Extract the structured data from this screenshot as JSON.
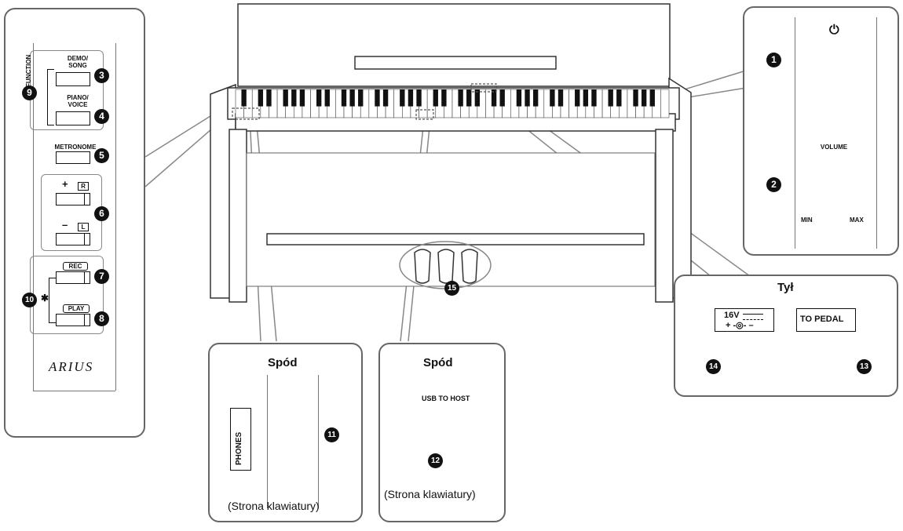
{
  "left_panel": {
    "demo_song": "DEMO/\nSONG",
    "piano_voice": "PIANO/\nVOICE",
    "function": "FUNCTION",
    "metronome": "METRONOME",
    "plus": "+",
    "r": "R",
    "minus": "–",
    "l": "L",
    "rec": "REC",
    "play": "PLAY",
    "bluetooth": "✱",
    "logo": "ARIUS"
  },
  "power_panel": {
    "power_symbol": "⏻",
    "volume": "VOLUME",
    "min": "MIN",
    "max": "MAX"
  },
  "rear_panel": {
    "title": "Tył",
    "power_rating": "16V",
    "polarity": "+ -◎- –",
    "to_pedal": "TO PEDAL"
  },
  "phones_panel": {
    "title": "Spód",
    "phones": "PHONES",
    "caption": "(Strona klawiatury)"
  },
  "usb_panel": {
    "title": "Spód",
    "usb_label": "USB TO HOST",
    "caption": "(Strona klawiatury)"
  },
  "callouts": [
    "1",
    "2",
    "3",
    "4",
    "5",
    "6",
    "7",
    "8",
    "9",
    "10",
    "11",
    "12",
    "13",
    "14",
    "15"
  ]
}
